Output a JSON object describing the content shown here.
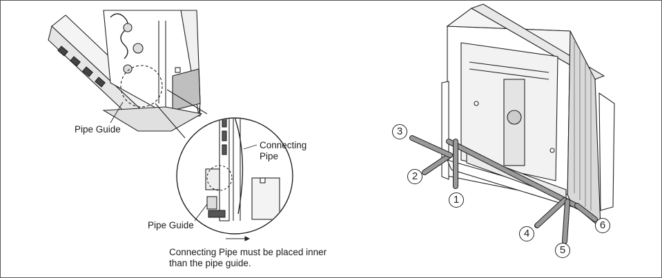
{
  "labels": {
    "pipe_guide_top": "Pipe Guide",
    "connecting_pipe_line1": "Connecting",
    "connecting_pipe_line2": "Pipe",
    "pipe_guide_detail": "Pipe Guide",
    "note_line1": "Connecting Pipe must be placed inner",
    "note_line2": "than the pipe guide."
  },
  "pipe_numbers": [
    "1",
    "2",
    "3",
    "4",
    "5",
    "6"
  ],
  "colors": {
    "line": "#222222",
    "shade": "#bfbfbf",
    "pipe": "#9a9a9a",
    "frame": "#555555"
  }
}
